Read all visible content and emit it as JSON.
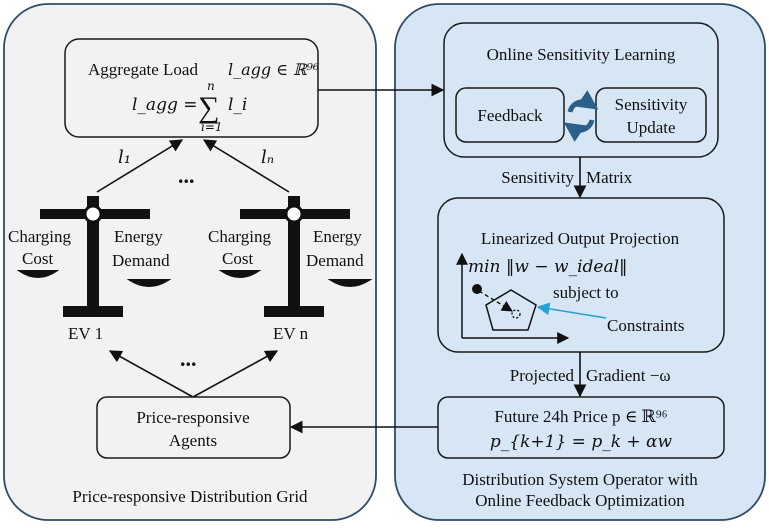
{
  "colors": {
    "left_panel_fill": "#f2f2f2",
    "right_panel_fill": "#d6e6f5",
    "panel_stroke": "#2e4a66",
    "box_stroke": "#1a1a1a",
    "scale_fill": "#111111",
    "arrow_color": "#111111",
    "highlight_arrow": "#2a9fd6",
    "cycle_icon": "#2c5f8a"
  },
  "left_panel": {
    "caption": "Price-responsive Distribution Grid",
    "aggregate": {
      "title": "Aggregate Load",
      "title_math": "l_agg ∈ ℝ⁹⁶",
      "formula_lhs": "l_agg =",
      "sum_top": "n",
      "sum_bottom": "i=1",
      "sum_term": "l_i"
    },
    "label_l1": "l₁",
    "label_ln": "lₙ",
    "ellipsis_top": "...",
    "ellipsis_bottom": "...",
    "ev1": {
      "left_top": "Charging",
      "left_bottom": "Cost",
      "right_top": "Energy",
      "right_bottom": "Demand",
      "name": "EV 1"
    },
    "evn": {
      "left_top": "Charging",
      "left_bottom": "Cost",
      "right_top": "Energy",
      "right_bottom": "Demand",
      "name": "EV n"
    },
    "agents": {
      "line1": "Price-responsive",
      "line2": "Agents"
    }
  },
  "right_panel": {
    "caption_line1": "Distribution System Operator with",
    "caption_line2": "Online Feedback Optimization",
    "learning": {
      "title": "Online Sensitivity Learning",
      "feedback": "Feedback",
      "update_line1": "Sensitivity",
      "update_line2": "Update"
    },
    "matrix_label_left": "Sensitivity",
    "matrix_label_right": "Matrix",
    "projection": {
      "title": "Linearized Output Projection",
      "objective": "min ‖w − w_ideal‖",
      "subject_to": "subject to",
      "constraints": "Constraints"
    },
    "gradient_label_left": "Projected",
    "gradient_label_right": "Gradient −ω",
    "price": {
      "line1": "Future 24h Price p ∈ ℝ⁹⁶",
      "line2": "p_{k+1} = p_k + αw"
    }
  }
}
